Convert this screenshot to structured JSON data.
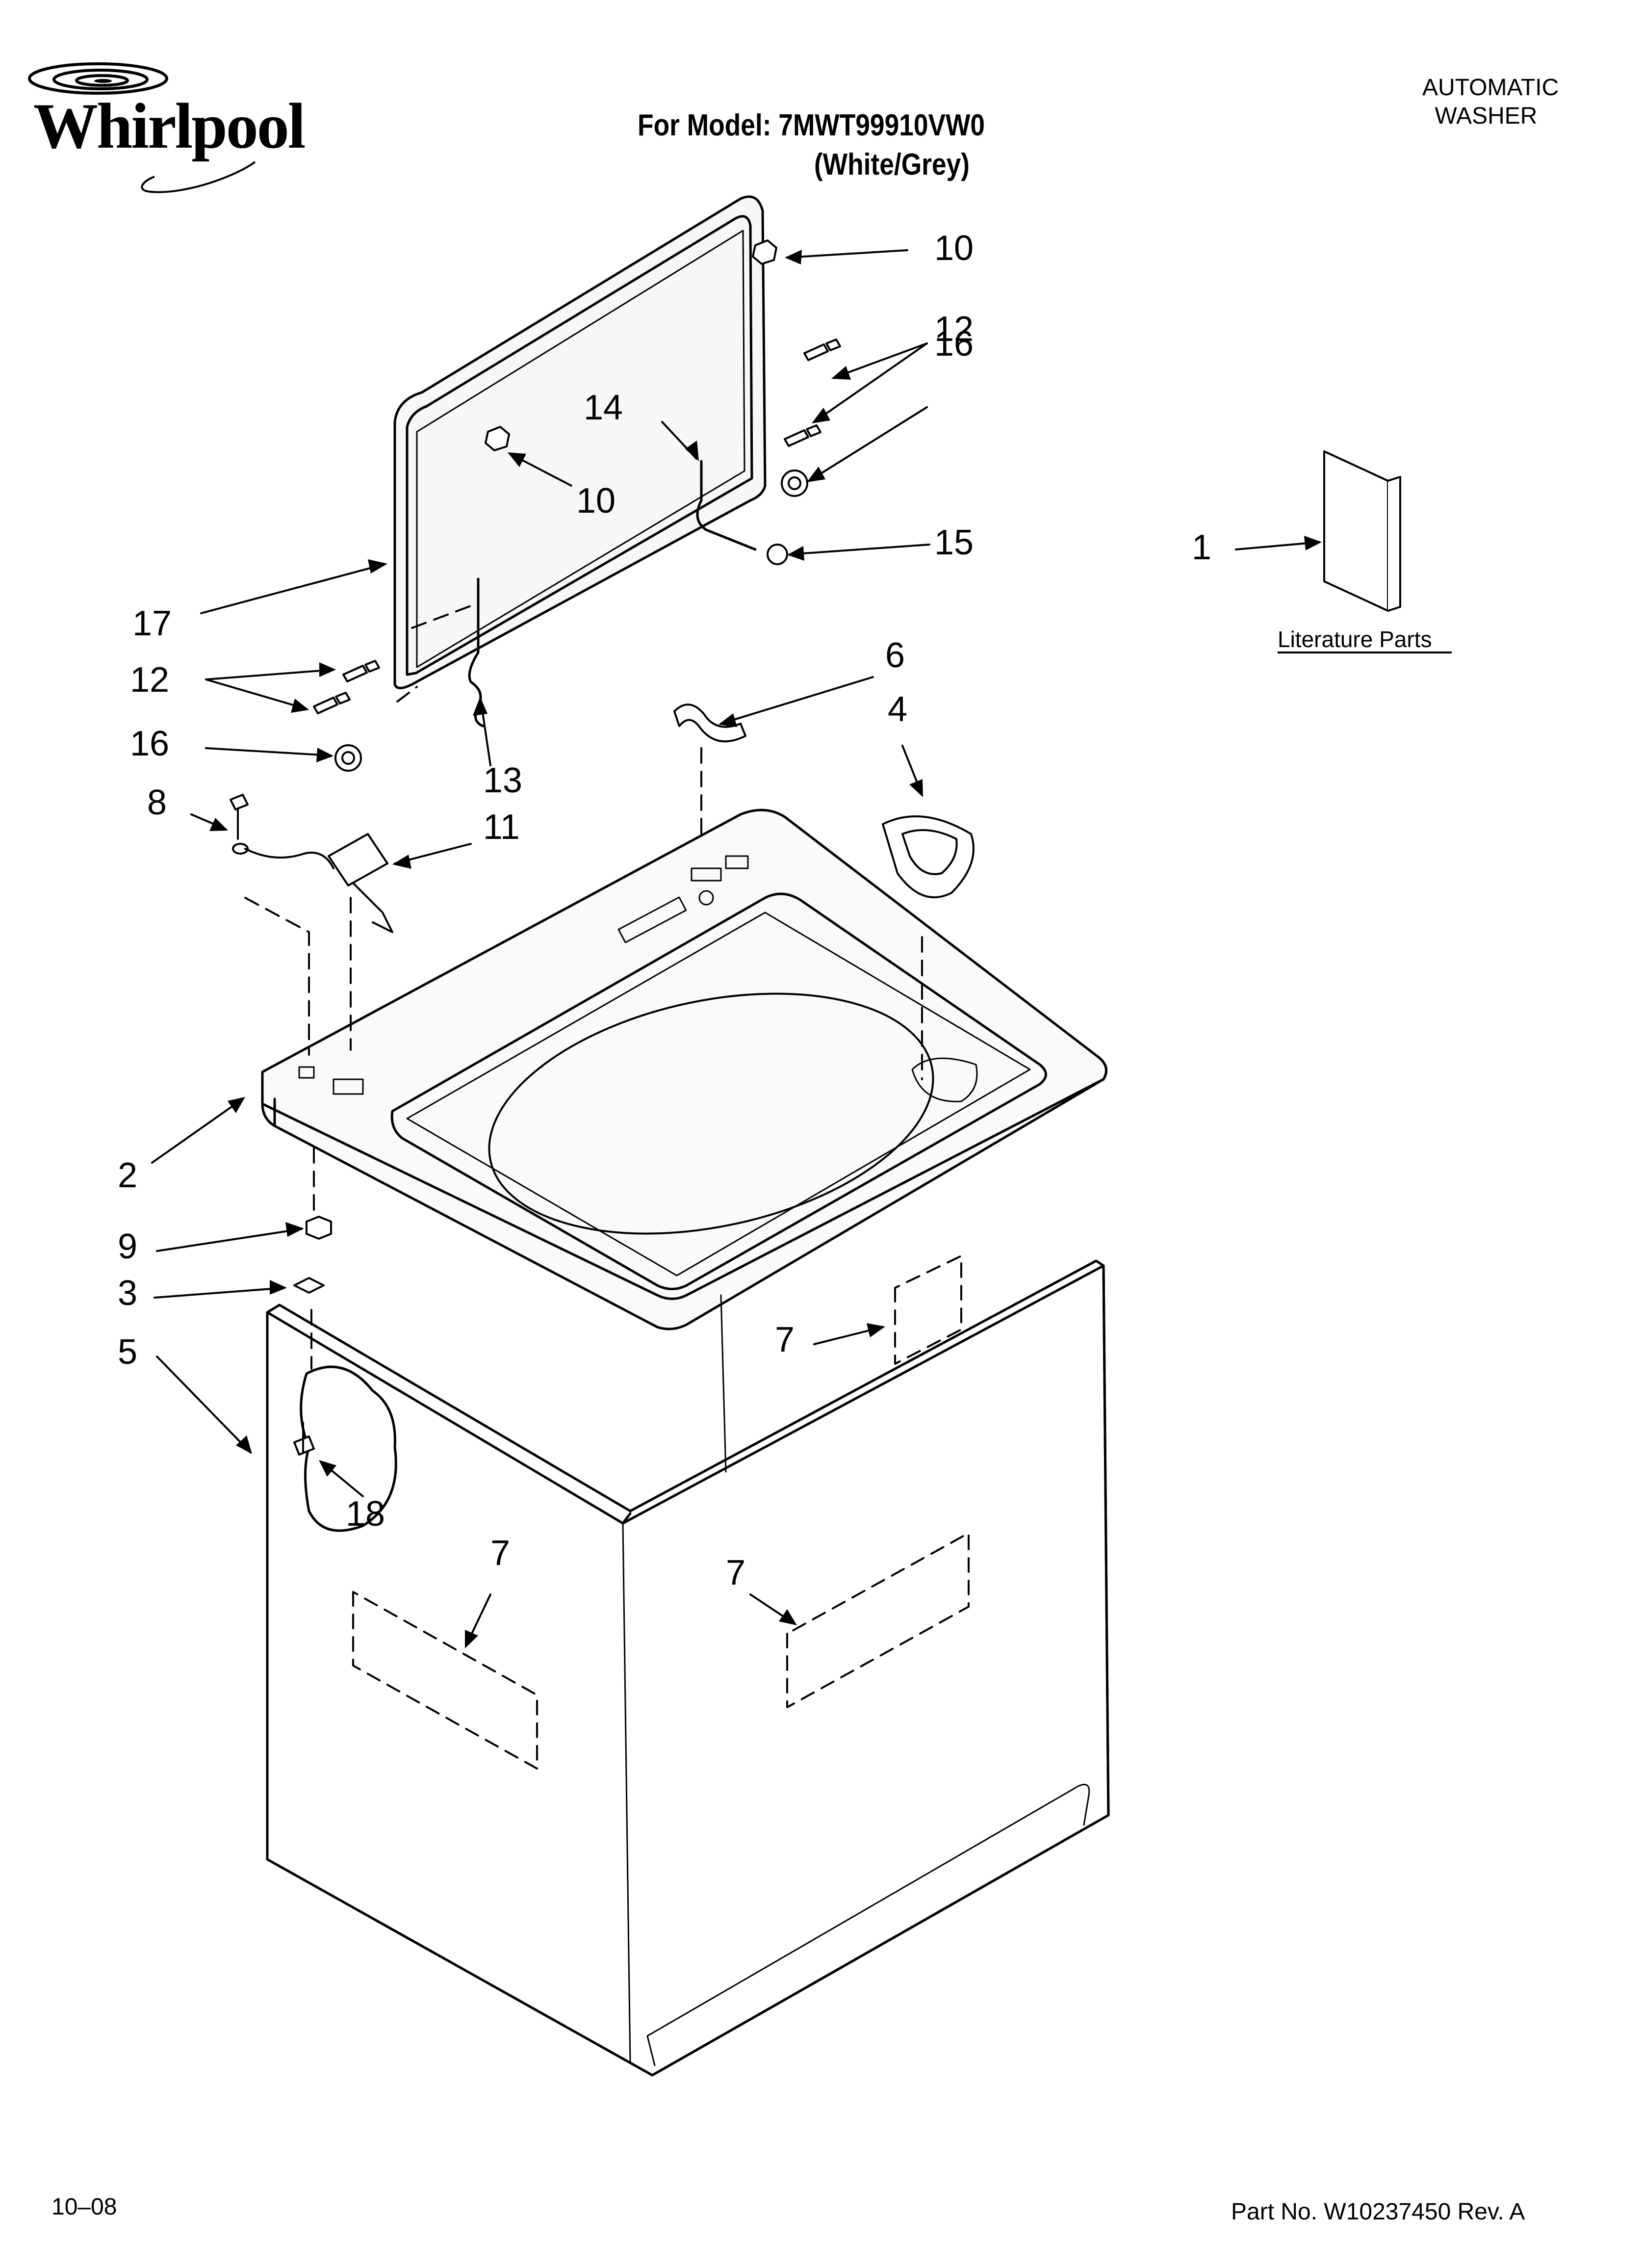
{
  "header": {
    "brand": "Whirlpool",
    "model_line": "For Model: 7MWT99910VW0",
    "color_line": "(White/Grey)",
    "appliance_type_line1": "AUTOMATIC",
    "appliance_type_line2": "WASHER"
  },
  "literature": {
    "label": "Literature Parts"
  },
  "callouts": {
    "c1": "1",
    "c2": "2",
    "c3": "3",
    "c4": "4",
    "c5": "5",
    "c6": "6",
    "c7a": "7",
    "c7b": "7",
    "c7c": "7",
    "c8": "8",
    "c9": "9",
    "c10a": "10",
    "c10b": "10",
    "c11": "11",
    "c12a": "12",
    "c12b": "12",
    "c13": "13",
    "c14": "14",
    "c15": "15",
    "c16a": "16",
    "c16b": "16",
    "c17": "17",
    "c18": "18"
  },
  "footer": {
    "date": "10–08",
    "part_number": "Part No. W10237450 Rev. A"
  }
}
